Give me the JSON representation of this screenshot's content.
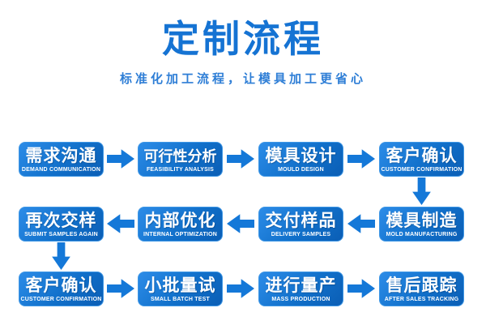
{
  "header": {
    "title": "定制流程",
    "subtitle": "标准化加工流程，让模具加工更省心"
  },
  "colors": {
    "title": "#1573d3",
    "subtitle": "#2e7ed6",
    "box_top": "#2c8ce8",
    "box_bottom": "#0b5eb5",
    "box_border": "#3f97e5",
    "box_text": "#ffffff",
    "arrow": "#1478d8"
  },
  "flow": {
    "rows": [
      {
        "direction": "right",
        "steps": [
          {
            "label": "需求沟通",
            "caption": "DEMAND COMMUNICATION"
          },
          {
            "label": "可行性分析",
            "caption": "FEASIBILITY ANALYSIS"
          },
          {
            "label": "模具设计",
            "caption": "MOULD DESIGN"
          },
          {
            "label": "客户确认",
            "caption": "CUSTOMER CONFIRMATION"
          }
        ]
      },
      {
        "direction": "left",
        "steps": [
          {
            "label": "再次交样",
            "caption": "SUBMIT SAMPLES AGAIN"
          },
          {
            "label": "内部优化",
            "caption": "INTERNAL OPTIMIZATION"
          },
          {
            "label": "交付样品",
            "caption": "DELIVERY SAMPLES"
          },
          {
            "label": "模具制造",
            "caption": "MOLD MANUFACTURING"
          }
        ]
      },
      {
        "direction": "right",
        "steps": [
          {
            "label": "客户确认",
            "caption": "CUSTOMER CONFIRMATION"
          },
          {
            "label": "小批量试",
            "caption": "SMALL BATCH TEST"
          },
          {
            "label": "进行量产",
            "caption": "MASS PRODUCTION"
          },
          {
            "label": "售后跟踪",
            "caption": "AFTER SALES TRACKING"
          }
        ]
      }
    ]
  }
}
